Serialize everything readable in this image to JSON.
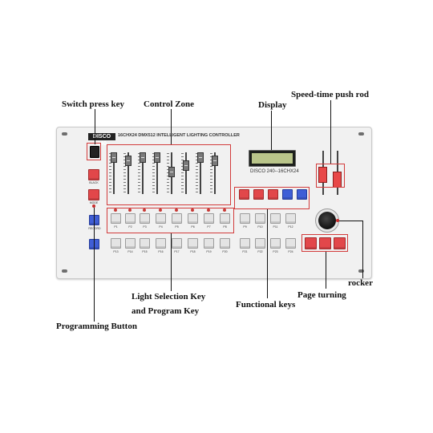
{
  "callouts": {
    "switch_press_key": "Switch press key",
    "control_zone": "Control Zone",
    "display": "Display",
    "speed_time": "Speed-time push rod",
    "light_selection": "Light Selection Key",
    "program_key": "and Program Key",
    "functional_keys": "Functional keys",
    "page_turning": "Page turning",
    "rocker": "rocker",
    "programming_button": "Programming Button"
  },
  "device": {
    "brand": "DISCO 240",
    "subtitle": "16CHX24 DMX512 INTELLIGENT LIGHTING CONTROLLER",
    "lcd_label": "DISCO 240--16CHX24",
    "row1_labels": [
      "P1",
      "P2",
      "P3",
      "P4",
      "P5",
      "P6",
      "P7",
      "P8"
    ],
    "row1_right_labels": [
      "P9",
      "P10",
      "P11",
      "P12"
    ],
    "row2_labels": [
      "P13",
      "P14",
      "P15",
      "P16",
      "P17",
      "P18",
      "P19",
      "P20"
    ],
    "row2_right_labels": [
      "P21",
      "P22",
      "P23",
      "P24"
    ],
    "side_labels": {
      "blackout": "BLACK",
      "mode": "MODE",
      "record": "RECORD"
    }
  },
  "colors": {
    "accent_red": "#e2474a",
    "accent_blue": "#3f5ed6",
    "callout_line": "#111111",
    "highlight": "#d23b3b"
  }
}
